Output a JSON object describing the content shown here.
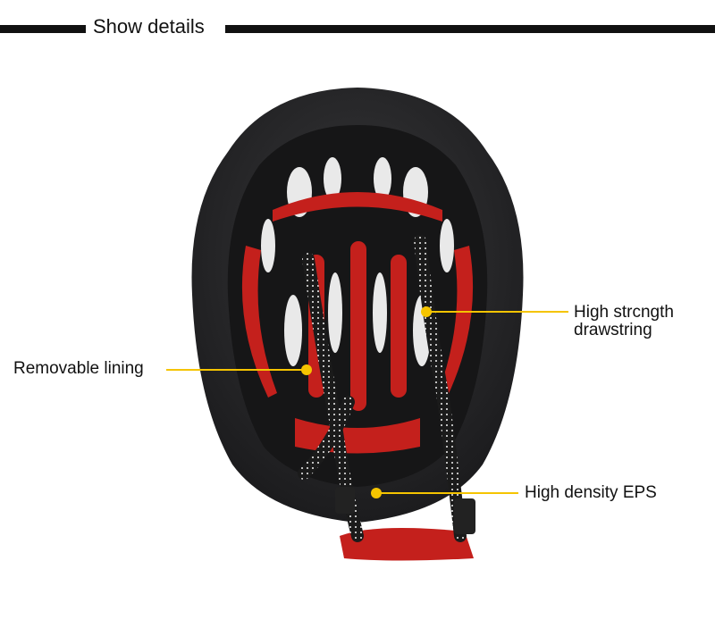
{
  "header": {
    "title": "Show details"
  },
  "callouts": {
    "drawstring_line1": "High strcngth",
    "drawstring_line2": "drawstring",
    "lining": "Removable lining",
    "eps": "High density EPS"
  },
  "colors": {
    "accent": "#f5c400",
    "shell": "#2b2b2d",
    "padding": "#c4201c",
    "strap": "#1e1e1e"
  }
}
